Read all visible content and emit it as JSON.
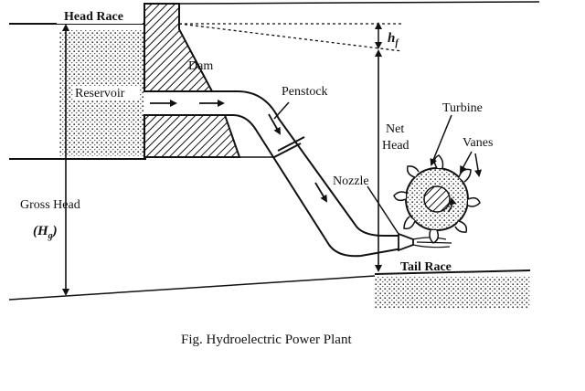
{
  "labels": {
    "head_race": "Head Race",
    "dam": "Dam",
    "reservoir": "Reservoir",
    "penstock": "Penstock",
    "turbine": "Turbine",
    "vanes": "Vanes",
    "net_head_1": "Net",
    "net_head_2": "Head",
    "nozzle": "Nozzle",
    "gross_head": "Gross Head",
    "gross_head_symbol": "(H",
    "gross_head_sub": "g",
    "gross_head_close": ")",
    "hf_symbol": "h",
    "hf_sub": "f",
    "tail_race": "Tail Race"
  },
  "caption": "Fig. Hydroelectric Power Plant"
}
